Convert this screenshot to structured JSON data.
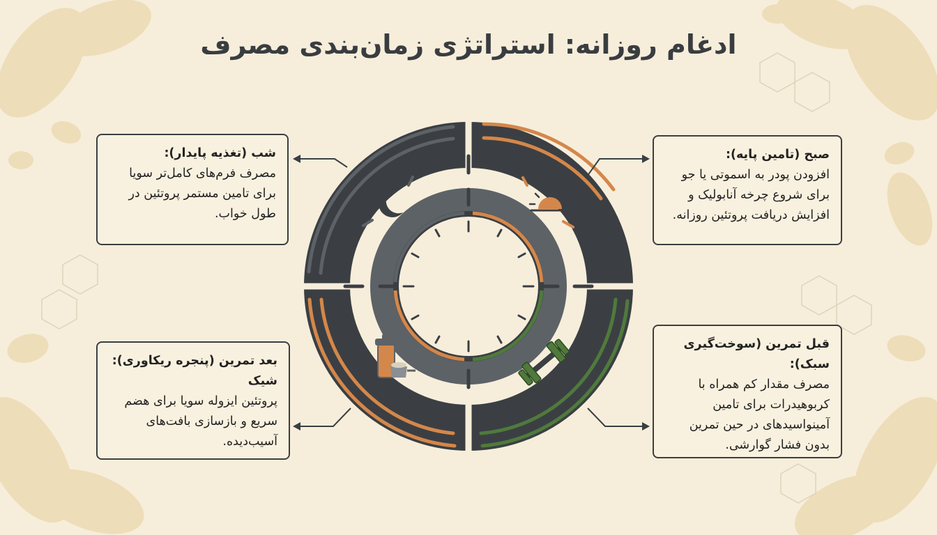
{
  "title": "ادغام روزانه: استراتژی زمان‌بندی مصرف",
  "cards": {
    "morning": {
      "heading": "صبح (تامین پایه):",
      "body": "افزودن پودر به اسموتی یا جو برای شروع چرخه آنابولیک و افزایش دریافت پروتئین روزانه."
    },
    "night": {
      "heading": "شب (تغذیه پایدار):",
      "body": "مصرف فرم‌های کامل‌تر سویا برای تامین مستمر پروتئین در طول خواب."
    },
    "after_workout": {
      "heading": "بعد تمرین (پنجره ریکاوری): شیک",
      "body": "پروتئین ایزوله سویا برای هضم سریع و بازسازی بافت‌های آسیب‌دیده."
    },
    "before_workout": {
      "heading": "قبل تمرین (سوخت‌گیری سبک):",
      "body": "مصرف مقدار کم همراه با کربوهیدرات برای تامین آمینواسیدهای در حین تمرین بدون فشار گوارشی."
    }
  },
  "icons": {
    "morning": "sunrise-icon",
    "night": "crescent-moon-icon",
    "after_workout": "protein-shaker-icon",
    "before_workout": "dumbbell-icon"
  },
  "colors": {
    "background": "#f6eedb",
    "ring_dark": "#3b3f43",
    "ring_gray": "#5d6267",
    "accent_orange": "#d4874a",
    "accent_green": "#4f7a3c",
    "decor_leaf": "#ead6ac"
  }
}
